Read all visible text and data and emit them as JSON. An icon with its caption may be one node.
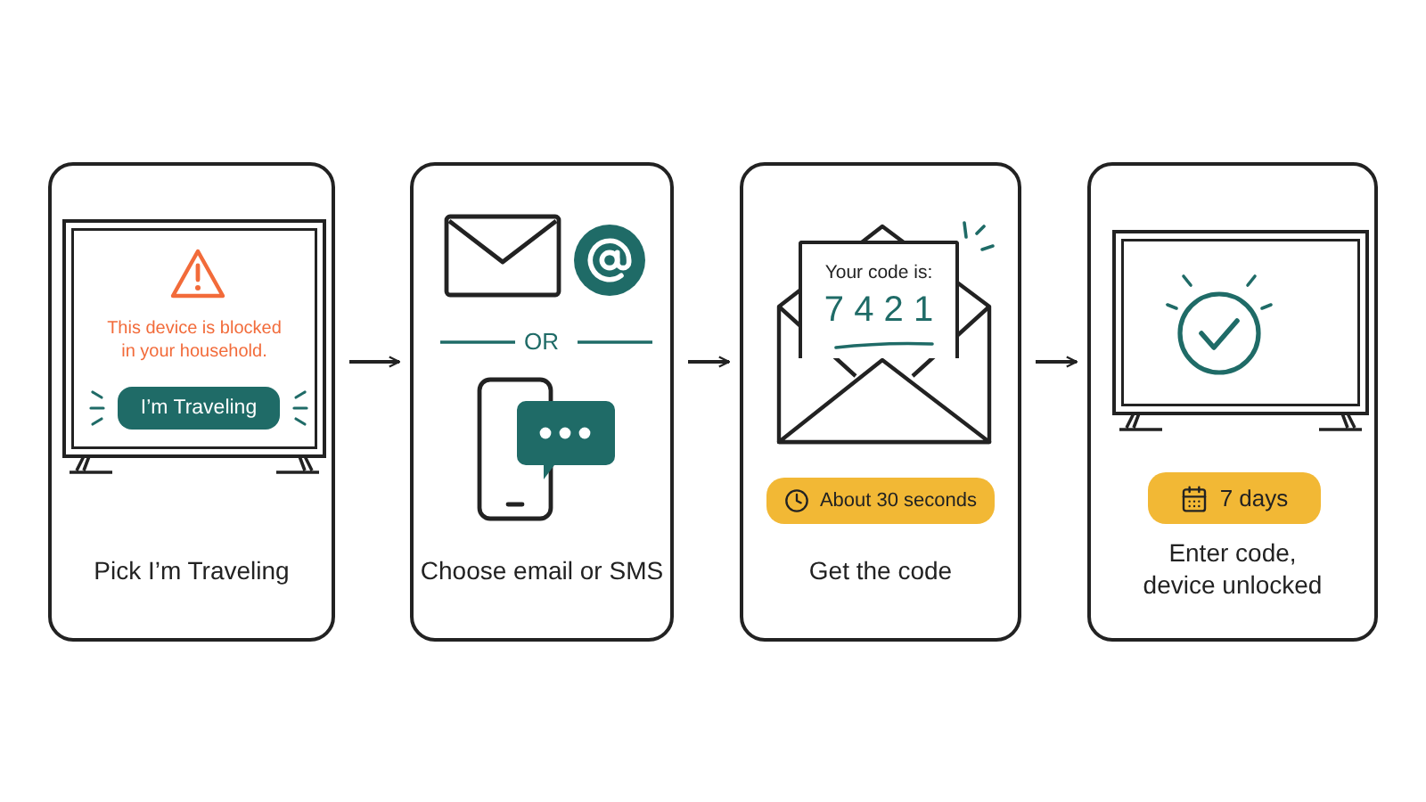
{
  "diagram": {
    "nodes": [
      {
        "text": [
          "Pick I’m Traveling"
        ]
      },
      {
        "text": [
          "This device is blocked in your household."
        ],
        "in": 0
      },
      {
        "text": [
          "I’m Traveling"
        ],
        "in": 1
      },
      {
        "text": [
          "Choose email or SMS"
        ]
      },
      {
        "text": [
          "Get the code"
        ]
      },
      {
        "text": [
          "Your code is:",
          "7 4 2 1"
        ],
        "in": 4
      },
      {
        "text": [
          "About 30 seconds"
        ],
        "in": 4
      },
      {
        "text": [
          "Enter code, device unlocked"
        ]
      },
      {
        "text": [
          "7 days"
        ],
        "in": 7
      }
    ],
    "edges": [
      {
        "from": 0,
        "to": 3,
        "arrow": "to"
      },
      {
        "from": 3,
        "to": 4,
        "arrow": "to"
      },
      {
        "from": 4,
        "to": 7,
        "arrow": "to"
      }
    ],
    "labels": [
      "OR"
    ]
  }
}
